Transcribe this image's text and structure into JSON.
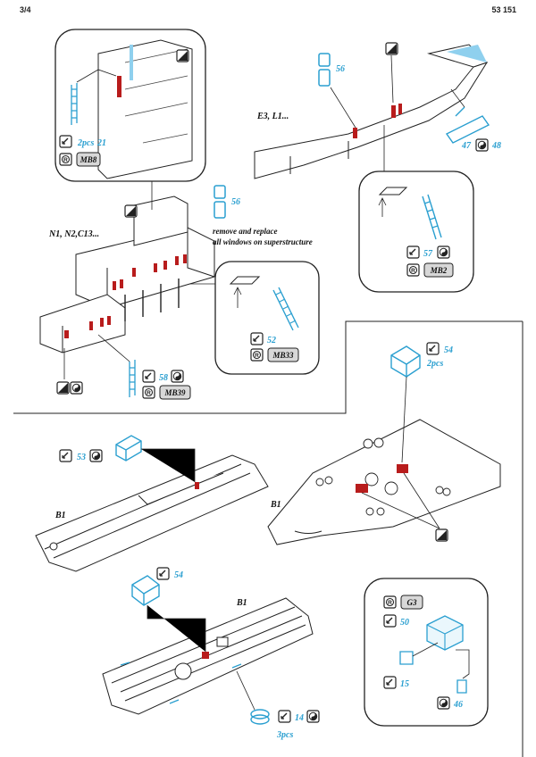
{
  "header": {
    "page": "3/4",
    "set": "53 151"
  },
  "colors": {
    "cyan": "#2a9fd0",
    "red": "#b81c1c",
    "grey": "#d8d8d8",
    "line": "#222222"
  },
  "upper_left": {
    "ref": "N1, N2,C13...",
    "note_line1": "remove and replace",
    "note_line2": "all windows on superstructure",
    "callout_top": {
      "qty": "2pcs",
      "part": "21",
      "code": "MB8"
    },
    "part_56": "56",
    "detail_mb33": {
      "part": "52",
      "code": "MB33"
    },
    "part_58": {
      "part": "58",
      "code": "MB39"
    }
  },
  "upper_right": {
    "ref": "E3, L1...",
    "part_56": "56",
    "part_47": "47",
    "part_48": "48",
    "detail_mb2": {
      "part": "57",
      "code": "MB2"
    }
  },
  "middle_right": {
    "ref": "B1",
    "part": "54",
    "qty": "2pcs"
  },
  "middle_left": {
    "ref": "B1",
    "part": "53"
  },
  "bottom_left": {
    "ref": "B1",
    "part_54": "54",
    "part_14": "14",
    "qty": "3pcs"
  },
  "bottom_right": {
    "code": "G3",
    "part_50": "50",
    "part_15": "15",
    "part_46": "46"
  }
}
